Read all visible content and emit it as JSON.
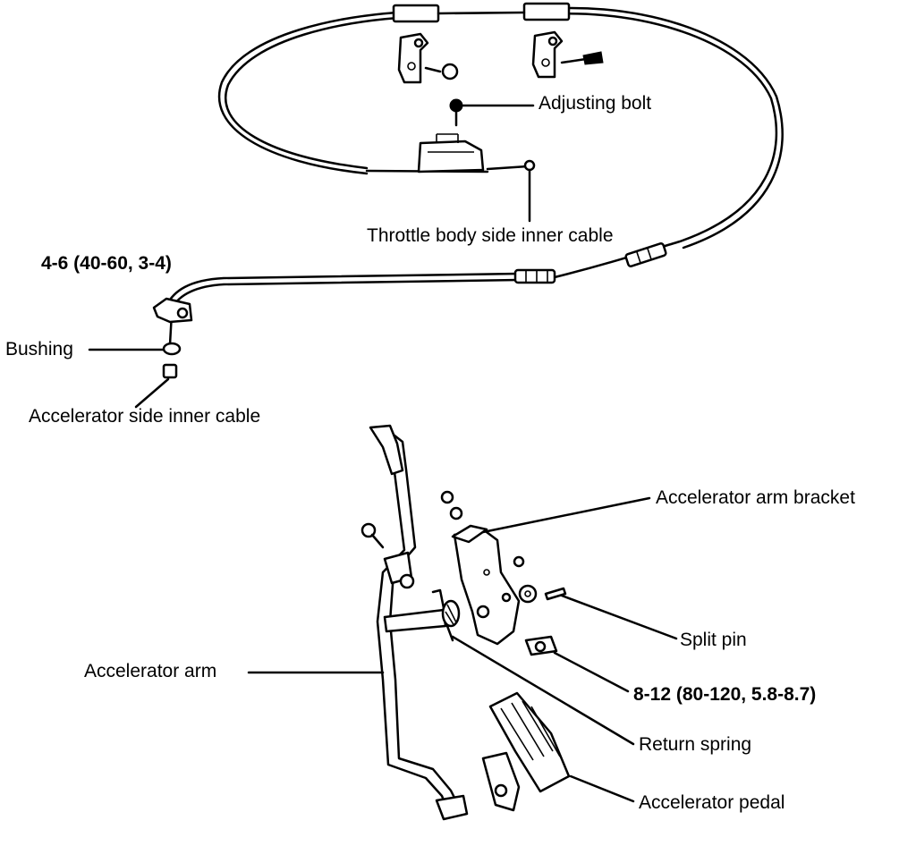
{
  "labels": {
    "adjusting_bolt": "Adjusting bolt",
    "throttle_inner_cable": "Throttle body side inner cable",
    "torque_cable": "4-6 (40-60, 3-4)",
    "bushing": "Bushing",
    "accel_inner_cable": "Accelerator side inner cable",
    "arm_bracket": "Accelerator arm bracket",
    "split_pin": "Split pin",
    "accel_arm": "Accelerator arm",
    "torque_bracket": "8-12 (80-120, 5.8-8.7)",
    "return_spring": "Return spring",
    "accel_pedal": "Accelerator pedal"
  }
}
